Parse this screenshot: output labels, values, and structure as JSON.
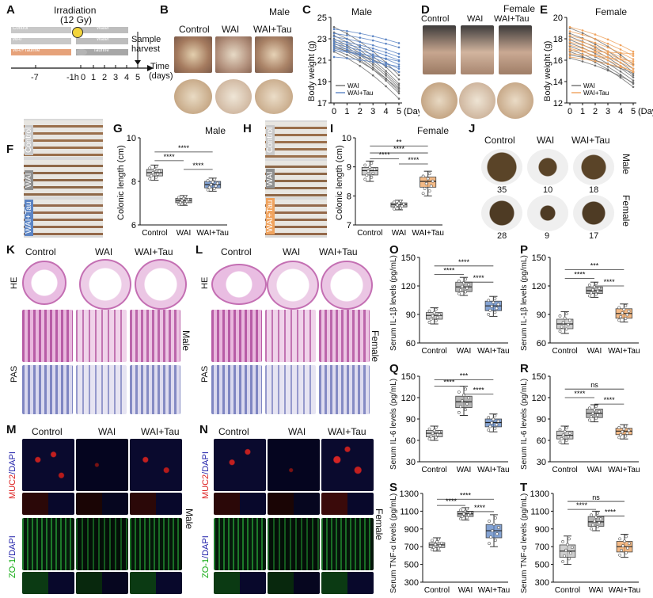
{
  "panels": {
    "A": "A",
    "B": "B",
    "C": "C",
    "D": "D",
    "E": "E",
    "F": "F",
    "G": "G",
    "H": "H",
    "I": "I",
    "J": "J",
    "K": "K",
    "L": "L",
    "M": "M",
    "N": "N",
    "O": "O",
    "P": "P",
    "Q": "Q",
    "R": "R",
    "S": "S",
    "T": "T"
  },
  "schedule": {
    "irradiation": "Irradiation",
    "dose": "(12 Gy)",
    "sample": "Sample",
    "harvest": "harvest",
    "time": "Time",
    "days": "(days)",
    "row_control": "Control",
    "row_wai": "WAI",
    "row_taurine": "WAI+Taurine",
    "water1": "Water",
    "water2": "Water",
    "taurine": "Taurine",
    "ticks": [
      "-7",
      "-1h",
      "0",
      "1",
      "2",
      "3",
      "4",
      "5"
    ]
  },
  "groups": {
    "control": "Control",
    "wai": "WAI",
    "tau": "WAI+Tau"
  },
  "sex": {
    "male": "Male",
    "female": "Female"
  },
  "colors": {
    "control": "#9a9a9a",
    "wai": "#6f6f6f",
    "tau_male": "#5b84c4",
    "tau_female": "#f0a35e",
    "water_bar": "#bdbdbd",
    "taurine_bar": "#a7a7a7"
  },
  "weight_axis": {
    "ylabel": "Body weight (g)",
    "xunit": "(Days)",
    "legend_wai": "WAI",
    "legend_tau": "WAI+Tau"
  },
  "colon_axis": {
    "ylabel": "Colonic length (cm)"
  },
  "crypt_counts": {
    "male": [
      "35",
      "10",
      "18"
    ],
    "female": [
      "28",
      "9",
      "17"
    ]
  },
  "histo": {
    "he": "HE",
    "pas": "PAS"
  },
  "if_labels": {
    "muc2": "MUC2",
    "zo1": "ZO-1",
    "dapi": "/DAPI"
  },
  "chart_data": [
    {
      "panel": "C",
      "type": "line",
      "title": "Male",
      "ylabel": "Body weight (g)",
      "xlabel": "(Days)",
      "x": [
        0,
        1,
        2,
        3,
        4,
        5
      ],
      "xticks": [
        0,
        1,
        2,
        3,
        4,
        5
      ],
      "ylim": [
        17,
        25
      ],
      "yticks": [
        17,
        19,
        21,
        23,
        25
      ],
      "series": [
        {
          "name": "WAI",
          "color": "#6f6f6f",
          "start": [
            24.1,
            23.6,
            23.3,
            23.0,
            22.8,
            22.6,
            22.4,
            22.2,
            22.0,
            21.8
          ],
          "end": [
            19.6,
            19.2,
            18.8,
            18.6,
            18.4,
            18.1,
            17.9,
            19.9,
            18.3,
            17.4
          ]
        },
        {
          "name": "WAI+Tau",
          "color": "#5b84c4",
          "start": [
            23.9,
            23.5,
            23.2,
            22.9,
            22.7,
            22.5,
            22.3,
            22.1,
            21.9,
            21.3
          ],
          "end": [
            22.6,
            22.2,
            21.6,
            21.3,
            21.0,
            20.6,
            20.2,
            19.9,
            20.9,
            20.4
          ]
        }
      ]
    },
    {
      "panel": "E",
      "type": "line",
      "title": "Female",
      "ylabel": "Body weight (g)",
      "xlabel": "(Days)",
      "x": [
        0,
        1,
        2,
        3,
        4,
        5
      ],
      "xticks": [
        0,
        1,
        2,
        3,
        4,
        5
      ],
      "ylim": [
        12,
        20
      ],
      "yticks": [
        12,
        14,
        16,
        18,
        20
      ],
      "series": [
        {
          "name": "WAI",
          "color": "#6f6f6f",
          "start": [
            19.0,
            18.5,
            18.2,
            17.9,
            17.6,
            17.3,
            17.0,
            16.8,
            16.5,
            16.2
          ],
          "end": [
            15.6,
            15.2,
            14.9,
            14.6,
            14.4,
            14.1,
            13.8,
            13.5,
            14.8,
            13.9
          ]
        },
        {
          "name": "WAI+Tau",
          "color": "#f0a35e",
          "start": [
            19.1,
            18.7,
            18.3,
            18.0,
            17.7,
            17.4,
            17.1,
            16.9,
            16.6,
            16.3
          ],
          "end": [
            16.8,
            16.4,
            16.1,
            15.7,
            15.5,
            15.2,
            14.9,
            16.6,
            15.9,
            15.0
          ]
        }
      ]
    },
    {
      "panel": "G",
      "type": "box",
      "title": "Male",
      "ylabel": "Colonic length (cm)",
      "ylim": [
        6,
        10
      ],
      "yticks": [
        6,
        8,
        10
      ],
      "categories": [
        "Control",
        "WAI",
        "WAI+Tau"
      ],
      "boxes": [
        {
          "min": 8.05,
          "q1": 8.25,
          "median": 8.4,
          "q3": 8.55,
          "max": 8.75,
          "color": "#bfbfbf"
        },
        {
          "min": 6.9,
          "q1": 7.02,
          "median": 7.12,
          "q3": 7.22,
          "max": 7.35,
          "color": "#9c9c9c"
        },
        {
          "min": 7.55,
          "q1": 7.7,
          "median": 7.85,
          "q3": 8.0,
          "max": 8.15,
          "color": "#5b84c4"
        }
      ],
      "sig": [
        {
          "from": 0,
          "to": 1,
          "text": "****",
          "level": 8.95
        },
        {
          "from": 1,
          "to": 2,
          "text": "****",
          "level": 8.55
        },
        {
          "from": 0,
          "to": 2,
          "text": "****",
          "level": 9.35
        }
      ]
    },
    {
      "panel": "I",
      "type": "box",
      "title": "Female",
      "ylabel": "Colonic length (cm)",
      "ylim": [
        7,
        10
      ],
      "yticks": [
        7,
        8,
        9,
        10
      ],
      "categories": [
        "Control",
        "WAI",
        "WAI+Tau"
      ],
      "boxes": [
        {
          "min": 8.5,
          "q1": 8.72,
          "median": 8.87,
          "q3": 8.98,
          "max": 9.2,
          "color": "#bfbfbf"
        },
        {
          "min": 7.52,
          "q1": 7.62,
          "median": 7.7,
          "q3": 7.76,
          "max": 7.85,
          "color": "#9c9c9c"
        },
        {
          "min": 8.0,
          "q1": 8.3,
          "median": 8.5,
          "q3": 8.65,
          "max": 8.85,
          "color": "#f0a35e"
        }
      ],
      "sig": [
        {
          "from": 0,
          "to": 1,
          "text": "****",
          "level": 9.28
        },
        {
          "from": 1,
          "to": 2,
          "text": "****",
          "level": 9.1
        },
        {
          "from": 0,
          "to": 2,
          "text": "****",
          "level": 9.48
        },
        {
          "from": 0,
          "to": 2,
          "text": "**",
          "level": 9.72
        }
      ]
    },
    {
      "panel": "O",
      "type": "box",
      "ylabel": "Serum IL-1β levels (pg/mL)",
      "ylim": [
        60,
        150
      ],
      "yticks": [
        60,
        90,
        120,
        150
      ],
      "categories": [
        "Control",
        "WAI",
        "WAI+Tau"
      ],
      "boxes": [
        {
          "min": 80,
          "q1": 85,
          "median": 89,
          "q3": 92,
          "max": 97,
          "color": "#bfbfbf"
        },
        {
          "min": 110,
          "q1": 114,
          "median": 119,
          "q3": 124,
          "max": 129,
          "color": "#9c9c9c"
        },
        {
          "min": 88,
          "q1": 94,
          "median": 99,
          "q3": 104,
          "max": 109,
          "color": "#5b84c4"
        }
      ],
      "sig": [
        {
          "from": 0,
          "to": 1,
          "text": "****",
          "level": 132
        },
        {
          "from": 1,
          "to": 2,
          "text": "****",
          "level": 124
        },
        {
          "from": 0,
          "to": 2,
          "text": "****",
          "level": 141
        }
      ]
    },
    {
      "panel": "P",
      "type": "box",
      "ylabel": "Serum IL-1β levels (pg/mL)",
      "ylim": [
        60,
        150
      ],
      "yticks": [
        60,
        90,
        120,
        150
      ],
      "categories": [
        "Control",
        "WAI",
        "WAI+Tau"
      ],
      "boxes": [
        {
          "min": 70,
          "q1": 75,
          "median": 80,
          "q3": 85,
          "max": 93,
          "color": "#bfbfbf"
        },
        {
          "min": 108,
          "q1": 112,
          "median": 115,
          "q3": 119,
          "max": 124,
          "color": "#9c9c9c"
        },
        {
          "min": 82,
          "q1": 86,
          "median": 91,
          "q3": 96,
          "max": 101,
          "color": "#f0a35e"
        }
      ],
      "sig": [
        {
          "from": 0,
          "to": 1,
          "text": "****",
          "level": 128
        },
        {
          "from": 1,
          "to": 2,
          "text": "****",
          "level": 120
        },
        {
          "from": 0,
          "to": 2,
          "text": "***",
          "level": 137
        }
      ]
    },
    {
      "panel": "Q",
      "type": "box",
      "ylabel": "Serum IL-6 levels (pg/mL)",
      "ylim": [
        30,
        150
      ],
      "yticks": [
        30,
        60,
        90,
        120,
        150
      ],
      "categories": [
        "Control",
        "WAI",
        "WAI+Tau"
      ],
      "boxes": [
        {
          "min": 60,
          "q1": 65,
          "median": 70,
          "q3": 74,
          "max": 80,
          "color": "#bfbfbf"
        },
        {
          "min": 95,
          "q1": 106,
          "median": 114,
          "q3": 122,
          "max": 136,
          "color": "#9c9c9c"
        },
        {
          "min": 72,
          "q1": 79,
          "median": 85,
          "q3": 90,
          "max": 97,
          "color": "#5b84c4"
        }
      ],
      "sig": [
        {
          "from": 0,
          "to": 1,
          "text": "****",
          "level": 136
        },
        {
          "from": 1,
          "to": 2,
          "text": "****",
          "level": 125
        },
        {
          "from": 0,
          "to": 2,
          "text": "***",
          "level": 145
        }
      ]
    },
    {
      "panel": "R",
      "type": "box",
      "ylabel": "Serum IL-6 levels (pg/mL)",
      "ylim": [
        30,
        150
      ],
      "yticks": [
        30,
        60,
        90,
        120,
        150
      ],
      "categories": [
        "Control",
        "WAI",
        "WAI+Tau"
      ],
      "boxes": [
        {
          "min": 55,
          "q1": 62,
          "median": 67,
          "q3": 73,
          "max": 80,
          "color": "#bfbfbf"
        },
        {
          "min": 86,
          "q1": 92,
          "median": 98,
          "q3": 104,
          "max": 110,
          "color": "#9c9c9c"
        },
        {
          "min": 62,
          "q1": 68,
          "median": 73,
          "q3": 77,
          "max": 82,
          "color": "#f0a35e"
        }
      ],
      "sig": [
        {
          "from": 0,
          "to": 1,
          "text": "****",
          "level": 120
        },
        {
          "from": 1,
          "to": 2,
          "text": "****",
          "level": 111
        },
        {
          "from": 0,
          "to": 2,
          "text": "ns",
          "level": 132
        }
      ]
    },
    {
      "panel": "S",
      "type": "box",
      "ylabel": "Serum TNF-α levels (pg/mL)",
      "ylim": [
        300,
        1300
      ],
      "yticks": [
        300,
        500,
        700,
        900,
        1100,
        1300
      ],
      "categories": [
        "Control",
        "WAI",
        "WAI+Tau"
      ],
      "boxes": [
        {
          "min": 650,
          "q1": 690,
          "median": 720,
          "q3": 745,
          "max": 800,
          "color": "#bfbfbf"
        },
        {
          "min": 1000,
          "q1": 1040,
          "median": 1070,
          "q3": 1100,
          "max": 1140,
          "color": "#9c9c9c"
        },
        {
          "min": 700,
          "q1": 800,
          "median": 880,
          "q3": 950,
          "max": 1060,
          "color": "#5b84c4"
        }
      ],
      "sig": [
        {
          "from": 0,
          "to": 1,
          "text": "****",
          "level": 1165
        },
        {
          "from": 1,
          "to": 2,
          "text": "****",
          "level": 1095
        },
        {
          "from": 0,
          "to": 2,
          "text": "****",
          "level": 1235
        }
      ]
    },
    {
      "panel": "T",
      "type": "box",
      "ylabel": "Serum TNF-α levels (pg/mL)",
      "ylim": [
        300,
        1300
      ],
      "yticks": [
        300,
        500,
        700,
        900,
        1100,
        1300
      ],
      "categories": [
        "Control",
        "WAI",
        "WAI+Tau"
      ],
      "boxes": [
        {
          "min": 500,
          "q1": 580,
          "median": 650,
          "q3": 720,
          "max": 820,
          "color": "#bfbfbf"
        },
        {
          "min": 880,
          "q1": 930,
          "median": 980,
          "q3": 1040,
          "max": 1100,
          "color": "#9c9c9c"
        },
        {
          "min": 580,
          "q1": 640,
          "median": 700,
          "q3": 760,
          "max": 840,
          "color": "#f0a35e"
        }
      ],
      "sig": [
        {
          "from": 0,
          "to": 1,
          "text": "****",
          "level": 1120
        },
        {
          "from": 1,
          "to": 2,
          "text": "****",
          "level": 1045
        },
        {
          "from": 0,
          "to": 2,
          "text": "ns",
          "level": 1210
        }
      ]
    }
  ]
}
